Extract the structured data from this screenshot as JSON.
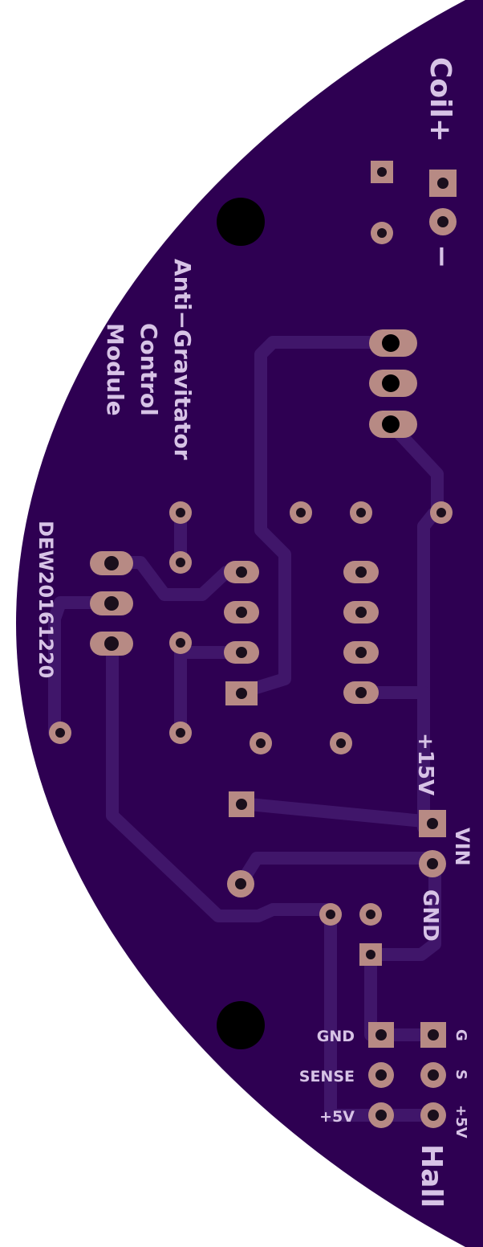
{
  "colors": {
    "board": "#2e0052",
    "trace": "#40166a",
    "pad": "#b78a84",
    "hole": "#1a0f1c",
    "silk": "#d7c3e6",
    "mount": "#000000"
  },
  "labels": {
    "coil_plus": "Coil+",
    "coil_minus": "−",
    "title_line1": "Anti−Gravitator",
    "title_line2": "Control",
    "title_line3": "Module",
    "date_code": "DEW20161220",
    "plus15v": "+15V",
    "vin": "VIN",
    "gnd_power": "GND",
    "hall_gnd": "GND",
    "hall_sense": "SENSE",
    "hall_5v": "+5V",
    "hall_g": "G",
    "hall_s": "S",
    "hall_p5v": "+5V",
    "hall": "Hall"
  }
}
